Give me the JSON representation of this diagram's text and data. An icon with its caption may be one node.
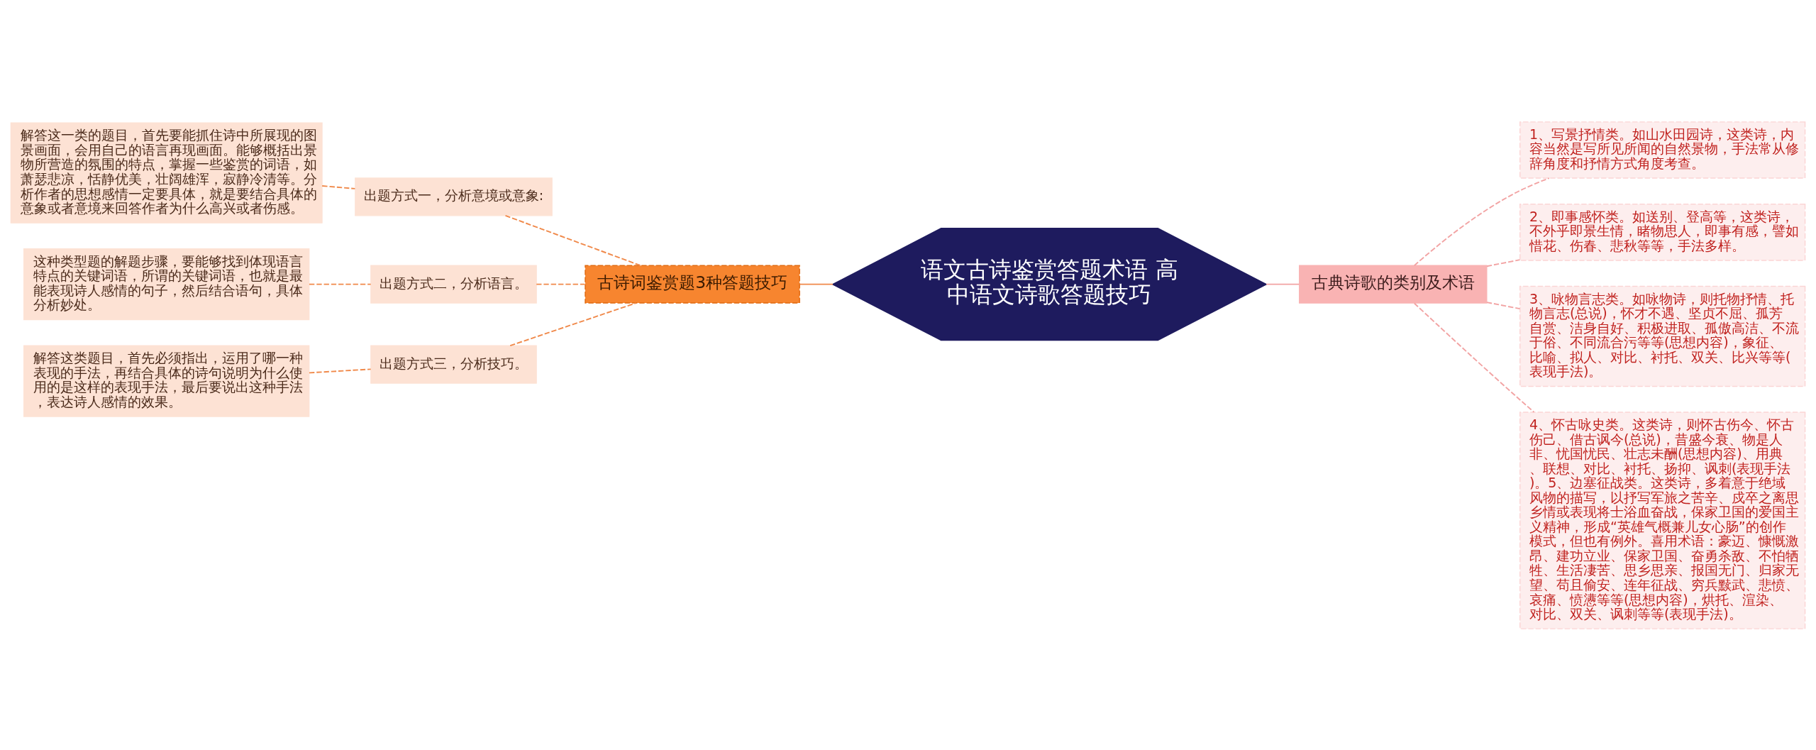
{
  "diagram": {
    "nodes": [
      {
        "text": [
          "语文古诗鉴赏答题术语 高中语文诗歌答题技巧"
        ]
      },
      {
        "text": [
          "古诗词鉴赏题3种答题技巧"
        ]
      },
      {
        "text": [
          "出题方式一，分析意境或意象:"
        ]
      },
      {
        "text": [
          "解答这一类的题目，首先要能抓住诗中所展现的图景画面，会用自己的语言再现画面。能够概括出景物所营造的氛围的特点，掌握一些鉴赏的词语，如萧瑟悲凉，恬静优美，壮阔雄浑，寂静冷清等。分析作者的思想感情一定要具体，就是要结合具体的意象或者意境来回答作者为什么高兴或者伤感。"
        ]
      },
      {
        "text": [
          "出题方式二，分析语言。"
        ]
      },
      {
        "text": [
          "这种类型题的解题步骤，要能够找到体现语言特点的关键词语，所谓的关键词语，也就是最能表现诗人感情的句子，然后结合语句，具体分析妙处。"
        ]
      },
      {
        "text": [
          "出题方式三，分析技巧。"
        ]
      },
      {
        "text": [
          "解答这类题目，首先必须指出，运用了哪一种表现的手法，再结合具体的诗句说明为什么使用的是这样的表现手法，最后要说出这种手法，表达诗人感情的效果。"
        ]
      },
      {
        "text": [
          "古典诗歌的类别及术语"
        ]
      },
      {
        "text": [
          "1、写景抒情类。如山水田园诗，这类诗，内容当然是写所见所闻的自然景物，手法常从修辞角度和抒情方式角度考查。"
        ]
      },
      {
        "text": [
          "2、即事感怀类。如送别、登高等，这类诗，不外乎即景生情，睹物思人，即事有感，譬如惜花、伤春、悲秋等等，手法多样。"
        ]
      },
      {
        "text": [
          "3、咏物言志类。如咏物诗，则托物抒情、托物言志(总说)，怀才不遇、坚贞不屈、孤芳自赏、洁身自好、积极进取、孤傲高洁、不流于俗、不同流合污等等(思想内容)，象征、比喻、拟人、对比、衬托、双关、比兴等等(表现手法)。"
        ]
      },
      {
        "text": [
          "4、怀古咏史类。这类诗，则怀古伤今、怀古伤己、借古讽今(总说)，昔盛今衰、物是人非、忧国忧民、壮志未酬(思想内容)、用典、联想、对比、衬托、扬抑、讽刺(表现手法)。5、边塞征战类。这类诗，多着意于绝域风物的描写，以抒写军旅之苦辛、戍卒之离思乡情或表现将士浴血奋战，保家卫国的爱国主义精神，形成“英雄气概兼儿女心肠”的创作模式，但也有例外。喜用术语：豪迈、慷慨激昂、建功立业、保家卫国、奋勇杀敌、不怕牺牲、生活凄苦、思乡思亲、报国无门、归家无望、苟且偷安、连年征战、穷兵黩武、悲愤、哀痛、愤懑等等(思想内容)，烘托、渲染、对比、双关、讽刺等等(表现手法)。"
        ]
      }
    ],
    "edges": [
      {
        "from": 0,
        "to": 1,
        "arrow": "none"
      },
      {
        "from": 1,
        "to": 2,
        "arrow": "none",
        "style": "dashed"
      },
      {
        "from": 2,
        "to": 3,
        "arrow": "none",
        "style": "dashed"
      },
      {
        "from": 1,
        "to": 4,
        "arrow": "none",
        "style": "dashed"
      },
      {
        "from": 4,
        "to": 5,
        "arrow": "none",
        "style": "dashed"
      },
      {
        "from": 1,
        "to": 6,
        "arrow": "none",
        "style": "dashed"
      },
      {
        "from": 6,
        "to": 7,
        "arrow": "none",
        "style": "dashed"
      },
      {
        "from": 0,
        "to": 8,
        "arrow": "none",
        "color": "#f2a3a3"
      },
      {
        "from": 8,
        "to": 9,
        "arrow": "none",
        "style": "dashed",
        "color": "#f2a3a3"
      },
      {
        "from": 8,
        "to": 10,
        "arrow": "none",
        "style": "dashed",
        "color": "#f2a3a3"
      },
      {
        "from": 8,
        "to": 11,
        "arrow": "none",
        "style": "dashed",
        "color": "#f2a3a3"
      },
      {
        "from": 8,
        "to": 12,
        "arrow": "none",
        "style": "dashed",
        "color": "#f2a3a3"
      }
    ]
  }
}
